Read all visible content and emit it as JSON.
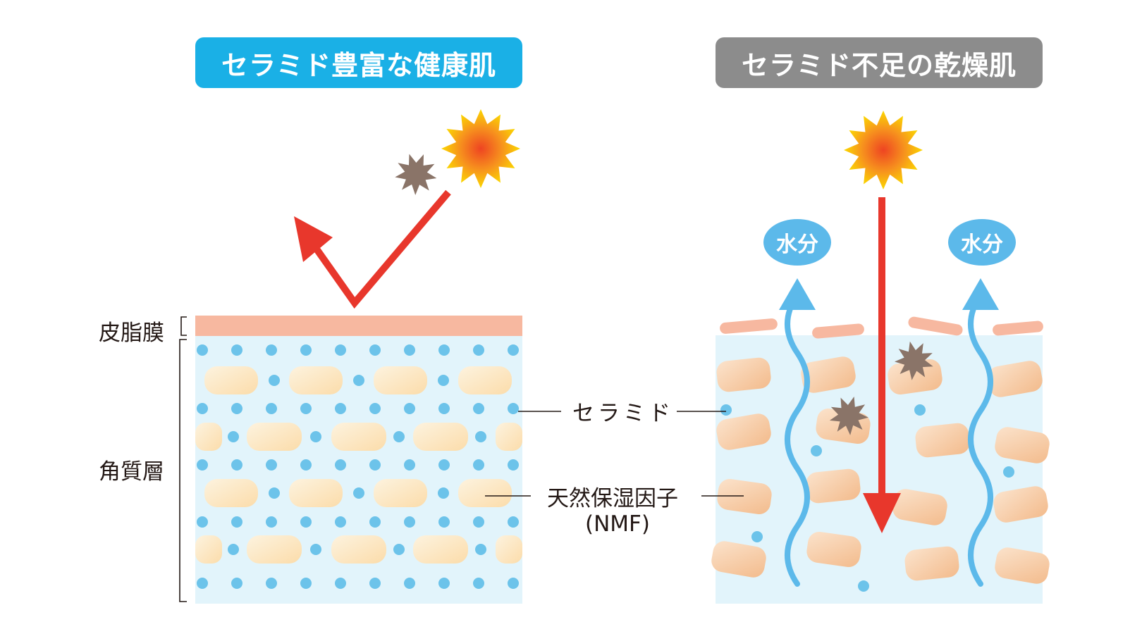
{
  "colors": {
    "healthy_badge": "#1ab0e6",
    "dry_badge": "#8c8c8c",
    "skin_bg": "#e2f4fb",
    "sebum": "#f7b8a0",
    "ceramide_dot": "#6cc3ea",
    "nmf_cell": "#fbe2bd",
    "dry_cell": "#f6c9a0",
    "uv_arrow": "#e8372c",
    "water": "#5cb9ea",
    "irritant": "#8a7468",
    "sun_inner": "#ee4422",
    "sun_outer": "#fbd800"
  },
  "headers": {
    "healthy": "セラミド豊富な健康肌",
    "dry": "セラミド不足の乾燥肌"
  },
  "labels": {
    "sebum_film": "皮脂膜",
    "stratum_corneum": "角質層",
    "ceramide": "セラミド",
    "nmf": "天然保湿因子",
    "nmf_abbr": "(NMF)"
  },
  "water_badge": "水分",
  "icons": {
    "sun": "sun-icon",
    "irritant": "irritant-icon",
    "reflect_arrow": "reflect-arrow-icon",
    "penetrate_arrow": "penetrate-arrow-icon",
    "moisture_arrow": "moisture-arrow-icon"
  }
}
